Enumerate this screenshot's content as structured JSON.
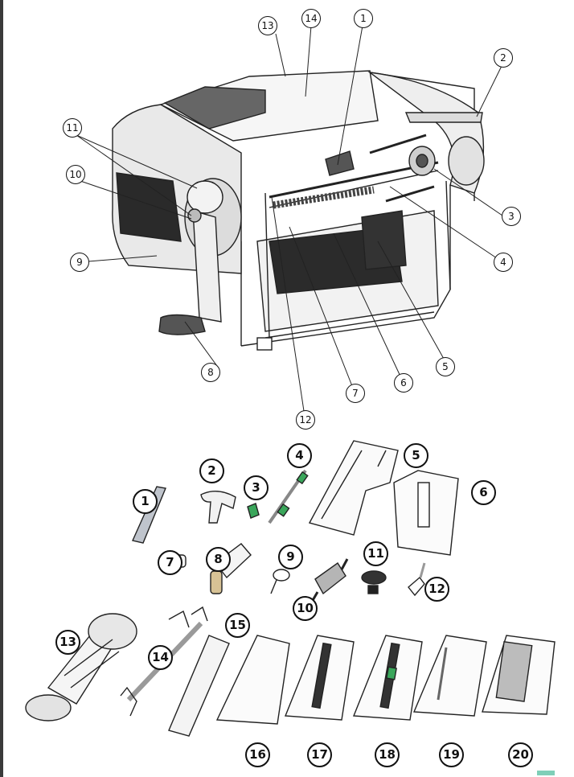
{
  "callouts_top": {
    "n1": "1",
    "n2": "2",
    "n3": "3",
    "n4": "4",
    "n5": "5",
    "n6": "6",
    "n7": "7",
    "n8": "8",
    "n9": "9",
    "n10": "10",
    "n11": "11",
    "n12": "12",
    "n13": "13",
    "n14": "14"
  },
  "callouts_parts": {
    "p1": "1",
    "p2": "2",
    "p3": "3",
    "p4": "4",
    "p5": "5",
    "p6": "6",
    "p7": "7",
    "p8": "8",
    "p9": "9",
    "p10": "10",
    "p11": "11",
    "p12": "12",
    "p13": "13",
    "p14": "14",
    "p15": "15",
    "p16": "16",
    "p17": "17",
    "p18": "18",
    "p19": "19",
    "p20": "20"
  }
}
